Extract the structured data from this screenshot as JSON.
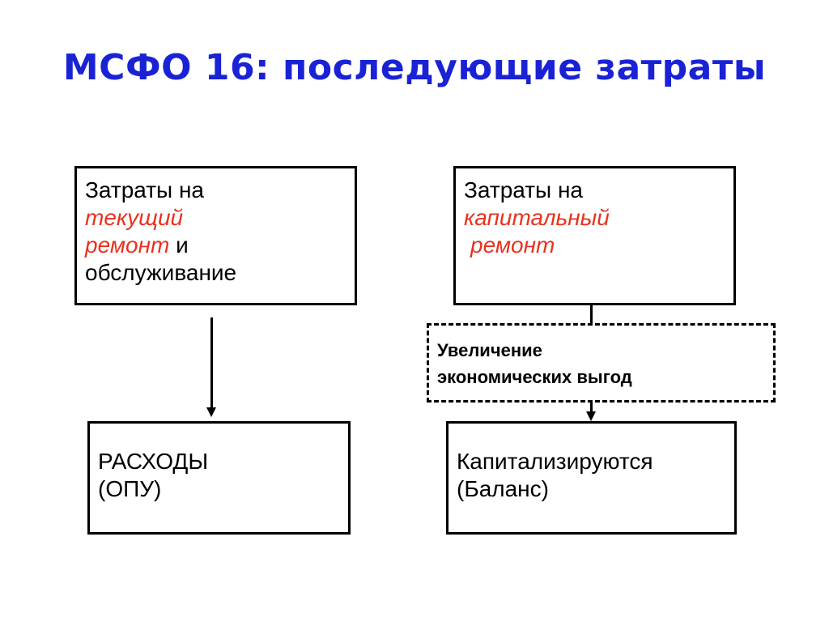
{
  "title": "МСФО 16: последующие затраты",
  "left_top_box": {
    "line1": "Затраты на",
    "accent1": "текущий",
    "accent2": "ремонт",
    "connector": " и",
    "line4": "обслуживание"
  },
  "right_top_box": {
    "line1": "Затраты на",
    "accent1": "капитальный",
    "accent2": "ремонт"
  },
  "condition_box": {
    "line1": "Увеличение",
    "line2": "экономических выгод"
  },
  "left_bottom_box": {
    "line1": "РАСХОДЫ",
    "line2": "(ОПУ)"
  },
  "right_bottom_box": {
    "line1": "Капитализируются",
    "line2": "(Баланс)"
  },
  "colors": {
    "title": "#1a22d6",
    "accent": "#e8321e"
  }
}
